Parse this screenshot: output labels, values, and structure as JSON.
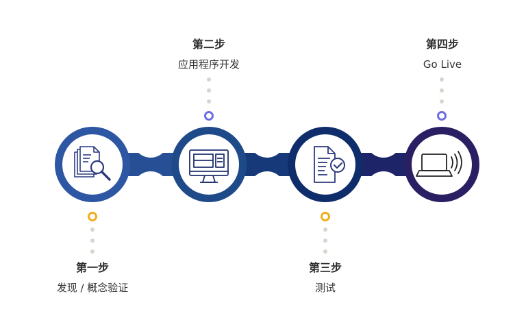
{
  "colors": {
    "step1": "#2d56a3",
    "step2": "#1f4a8a",
    "step3": "#0e2d6a",
    "step4": "#2a1f63",
    "dot_gray": "#d9d4cc",
    "marker_purple": "#6d6fe0",
    "marker_orange": "#f2ad1d",
    "icon_stroke": "#2b3a7e",
    "icon_stroke_dark": "#222222"
  },
  "steps": [
    {
      "title": "第一步",
      "desc": "发现 / 概念验证",
      "icon": "document-search-icon",
      "label_position": "below"
    },
    {
      "title": "第二步",
      "desc": "应用程序开发",
      "icon": "monitor-icon",
      "label_position": "above"
    },
    {
      "title": "第三步",
      "desc": "测试",
      "icon": "document-check-icon",
      "label_position": "below"
    },
    {
      "title": "第四步",
      "desc": "Go Live",
      "icon": "laptop-signal-icon",
      "label_position": "above"
    }
  ]
}
